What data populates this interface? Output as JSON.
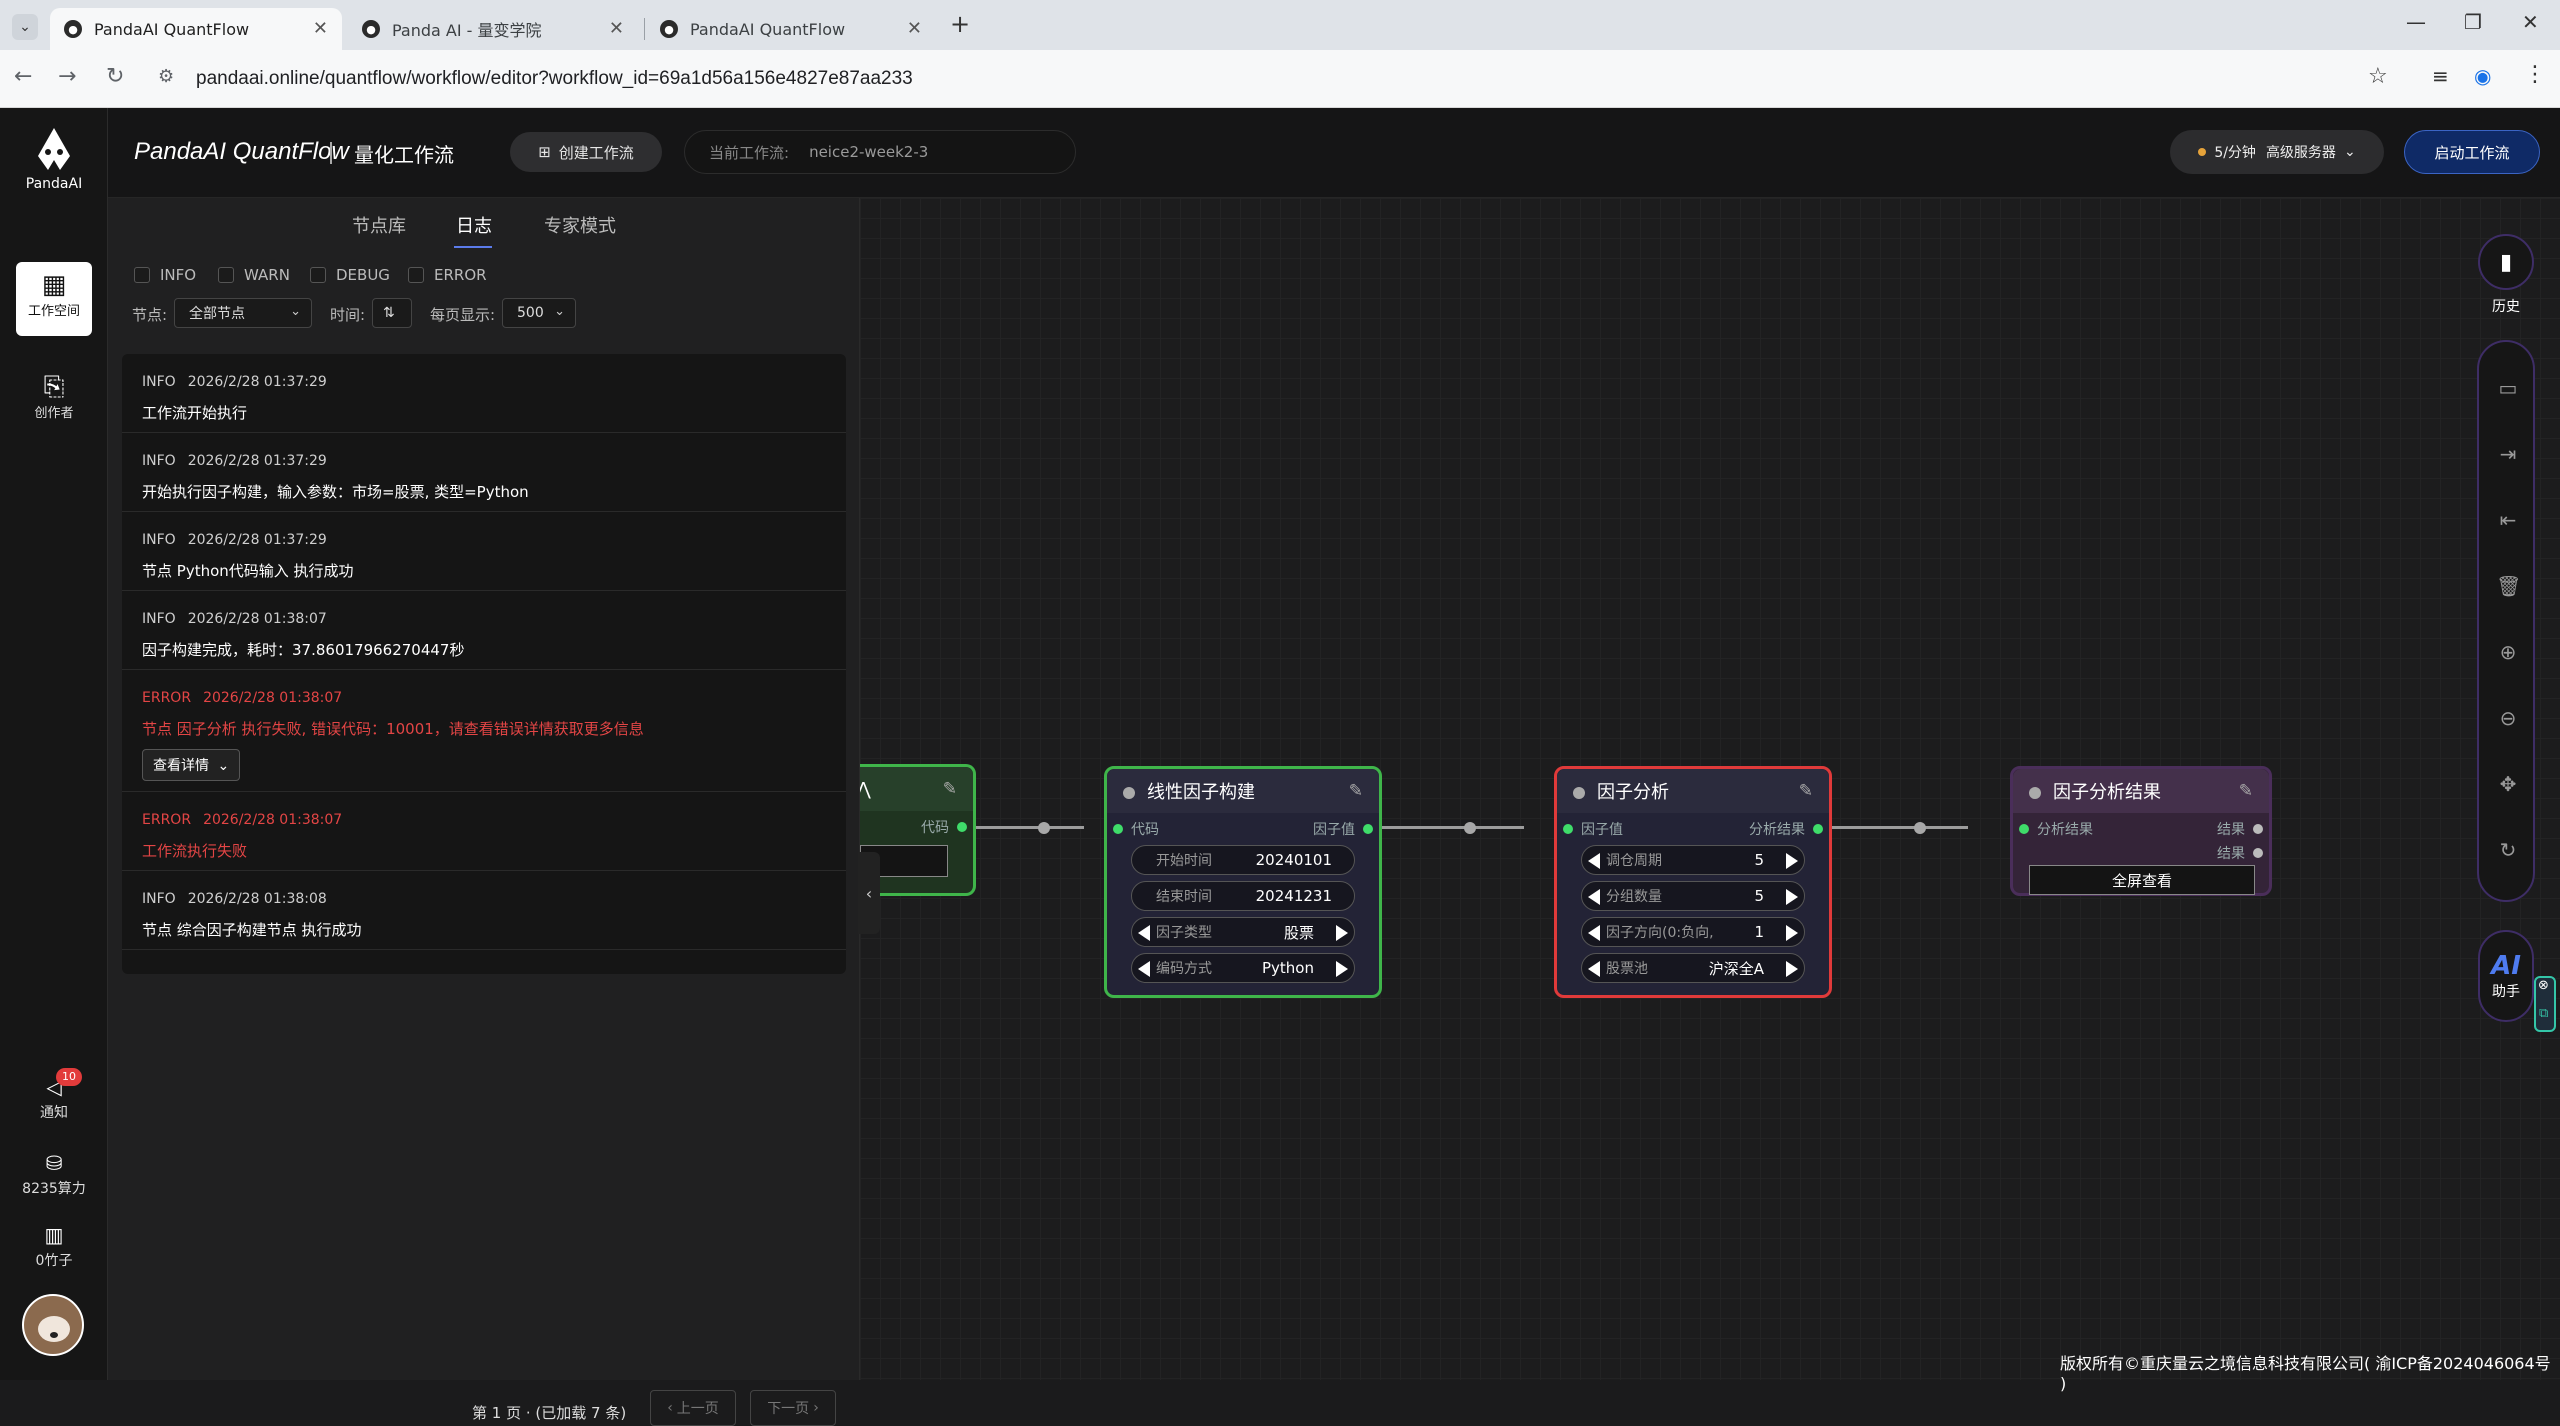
{
  "browser": {
    "tabs": [
      {
        "title": "PandaAI QuantFlow",
        "active": true
      },
      {
        "title": "Panda AI - 量变学院",
        "active": false
      },
      {
        "title": "PandaAI QuantFlow",
        "active": false
      }
    ],
    "url": "pandaai.online/quantflow/workflow/editor?workflow_id=69a1d56a156e4827e87aa233"
  },
  "leftbar": {
    "logo_label": "PandaAI",
    "items": [
      {
        "label": "工作空间",
        "icon": "workspace-icon"
      },
      {
        "label": "创作者",
        "icon": "creator-icon"
      }
    ],
    "notify_label": "通知",
    "notify_badge": "10",
    "compute_label": "8235算力",
    "bamboo_label": "0竹子"
  },
  "topbar": {
    "brand": "PandaAI QuantFlow",
    "subtitle": "量化工作流",
    "create_btn": "创建工作流",
    "current_label": "当前工作流:",
    "current_value": "neice2-week2-3",
    "server_price": "5/分钟",
    "server_name": "高级服务器",
    "start_btn": "启动工作流"
  },
  "panel": {
    "tabs": [
      "节点库",
      "日志",
      "专家模式"
    ],
    "active_tab": 1,
    "levels": [
      "INFO",
      "WARN",
      "DEBUG",
      "ERROR"
    ],
    "node_label": "节点:",
    "node_value": "全部节点",
    "time_label": "时间:",
    "page_size_label": "每页显示:",
    "page_size_value": "500",
    "logs": [
      {
        "level": "INFO",
        "time": "2026/2/28 01:37:29",
        "msg": "工作流开始执行"
      },
      {
        "level": "INFO",
        "time": "2026/2/28 01:37:29",
        "msg": "开始执行因子构建，输入参数：市场=股票, 类型=Python"
      },
      {
        "level": "INFO",
        "time": "2026/2/28 01:37:29",
        "msg": "节点 Python代码输入 执行成功"
      },
      {
        "level": "INFO",
        "time": "2026/2/28 01:38:07",
        "msg": "因子构建完成，耗时：37.86017966270447秒"
      },
      {
        "level": "ERROR",
        "time": "2026/2/28 01:38:07",
        "msg": "节点 因子分析 执行失败, 错误代码：10001，请查看错误详情获取更多信息",
        "detail_btn": "查看详情"
      },
      {
        "level": "ERROR",
        "time": "2026/2/28 01:38:07",
        "msg": "工作流执行失败"
      },
      {
        "level": "INFO",
        "time": "2026/2/28 01:38:08",
        "msg": "节点 综合因子构建节点 执行成功"
      }
    ],
    "pager_text": "第 1 页 · (已加载 7 条)",
    "prev_btn": "上一页",
    "next_btn": "下一页"
  },
  "nodes": {
    "partial": {
      "title": "",
      "port_out": "代码"
    },
    "linear": {
      "title": "线性因子构建",
      "port_in": "代码",
      "port_out": "因子值",
      "fields": [
        {
          "k": "开始时间",
          "v": "20240101"
        },
        {
          "k": "结束时间",
          "v": "20241231"
        },
        {
          "k": "因子类型",
          "v": "股票"
        },
        {
          "k": "编码方式",
          "v": "Python"
        }
      ]
    },
    "analysis": {
      "title": "因子分析",
      "port_in": "因子值",
      "port_out": "分析结果",
      "fields": [
        {
          "k": "调仓周期",
          "v": "5"
        },
        {
          "k": "分组数量",
          "v": "5"
        },
        {
          "k": "因子方向(0:负向,",
          "v": "1"
        },
        {
          "k": "股票池",
          "v": "沪深全A"
        }
      ]
    },
    "result": {
      "title": "因子分析结果",
      "port_in": "分析结果",
      "port_out1": "结果",
      "port_out2": "结果",
      "button": "全屏查看"
    }
  },
  "righttools": {
    "history_label": "历史",
    "ai_text": "AI",
    "ai_label": "助手"
  },
  "copyright": "版权所有©重庆量云之境信息科技有限公司( 渝ICP备2024046064号 )"
}
